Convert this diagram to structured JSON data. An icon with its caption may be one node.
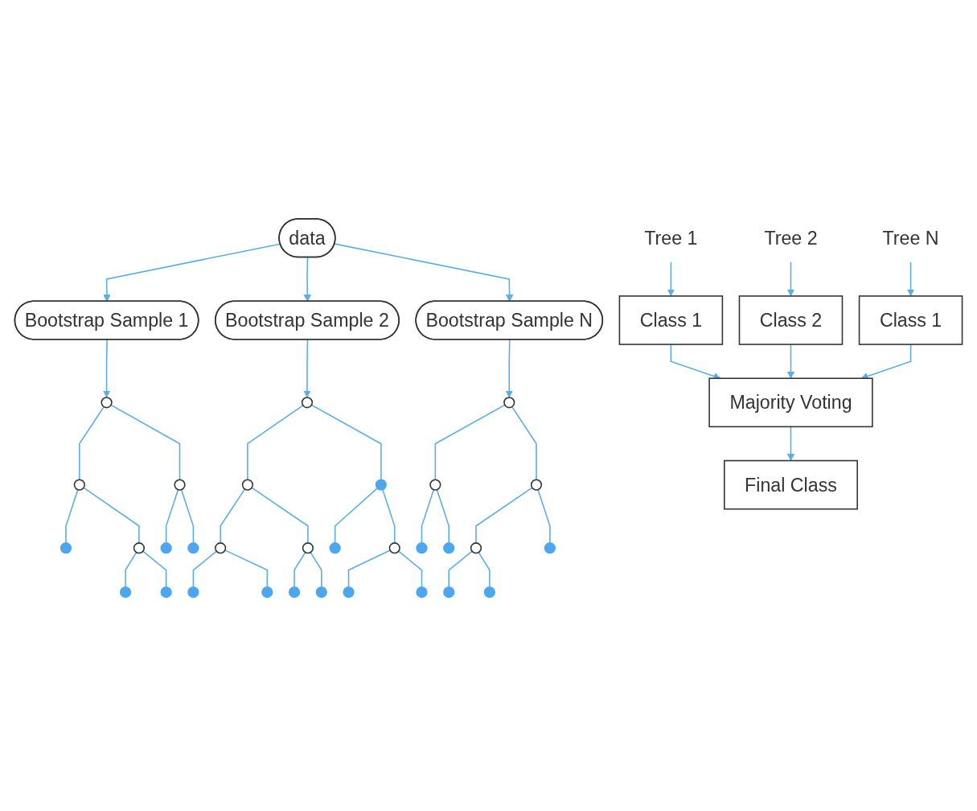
{
  "diagram": {
    "nodes": [
      {
        "text": [
          "data"
        ]
      },
      {
        "text": [
          "Bootstrap Sample 1"
        ]
      },
      {
        "text": [
          "Bootstrap Sample 2"
        ]
      },
      {
        "text": [
          "Bootstrap Sample N"
        ]
      },
      {
        "text": [],
        "shape": "circle"
      },
      {
        "text": [],
        "shape": "circle"
      },
      {
        "text": [],
        "shape": "circle"
      },
      {
        "text": [],
        "shape": "circle"
      },
      {
        "text": [],
        "shape": "circle"
      },
      {
        "text": [],
        "shape": "circle"
      },
      {
        "text": [],
        "shape": "circle"
      },
      {
        "text": [],
        "shape": "circle"
      },
      {
        "text": [],
        "shape": "circle"
      },
      {
        "text": [],
        "shape": "circle"
      },
      {
        "text": [],
        "shape": "circle"
      },
      {
        "text": [],
        "shape": "circle"
      },
      {
        "text": [],
        "shape": "circle"
      },
      {
        "text": [],
        "shape": "circle"
      },
      {
        "text": [],
        "shape": "circle"
      },
      {
        "text": [],
        "shape": "circle"
      },
      {
        "text": [],
        "shape": "circle"
      },
      {
        "text": [],
        "shape": "circle"
      },
      {
        "text": [],
        "shape": "circle"
      },
      {
        "text": [],
        "shape": "circle"
      },
      {
        "text": [],
        "shape": "circle"
      },
      {
        "text": [],
        "shape": "circle"
      },
      {
        "text": [],
        "shape": "circle"
      },
      {
        "text": [],
        "shape": "circle"
      },
      {
        "text": [],
        "shape": "circle"
      },
      {
        "text": [],
        "shape": "circle"
      },
      {
        "text": [],
        "shape": "circle"
      },
      {
        "text": [],
        "shape": "circle"
      },
      {
        "text": [],
        "shape": "circle"
      },
      {
        "text": [],
        "shape": "circle"
      },
      {
        "text": [],
        "shape": "circle"
      },
      {
        "text": [
          "Tree 1"
        ]
      },
      {
        "text": [
          "Tree 2"
        ]
      },
      {
        "text": [
          "Tree N"
        ]
      },
      {
        "text": [
          "Class 1"
        ]
      },
      {
        "text": [
          "Class 2"
        ]
      },
      {
        "text": [
          "Class 1"
        ]
      },
      {
        "text": [
          "Majority Voting"
        ]
      },
      {
        "text": [
          "Final Class"
        ]
      }
    ],
    "edges": [
      {
        "from": 0,
        "to": 1,
        "arrow": "to"
      },
      {
        "from": 0,
        "to": 2,
        "arrow": "to"
      },
      {
        "from": 0,
        "to": 3,
        "arrow": "to"
      },
      {
        "from": 1,
        "to": 4,
        "arrow": "to"
      },
      {
        "from": 2,
        "to": 13,
        "arrow": "to"
      },
      {
        "from": 3,
        "to": 26,
        "arrow": "to"
      },
      {
        "from": 4,
        "to": 5,
        "arrow": "none"
      },
      {
        "from": 4,
        "to": 6,
        "arrow": "none"
      },
      {
        "from": 5,
        "to": 7,
        "arrow": "none"
      },
      {
        "from": 5,
        "to": 8,
        "arrow": "none"
      },
      {
        "from": 6,
        "to": 9,
        "arrow": "none"
      },
      {
        "from": 6,
        "to": 10,
        "arrow": "none"
      },
      {
        "from": 8,
        "to": 11,
        "arrow": "none"
      },
      {
        "from": 8,
        "to": 12,
        "arrow": "none"
      },
      {
        "from": 13,
        "to": 14,
        "arrow": "none"
      },
      {
        "from": 13,
        "to": 15,
        "arrow": "none"
      },
      {
        "from": 14,
        "to": 16,
        "arrow": "none"
      },
      {
        "from": 14,
        "to": 17,
        "arrow": "none"
      },
      {
        "from": 15,
        "to": 18,
        "arrow": "none"
      },
      {
        "from": 15,
        "to": 19,
        "arrow": "none"
      },
      {
        "from": 16,
        "to": 20,
        "arrow": "none"
      },
      {
        "from": 16,
        "to": 21,
        "arrow": "none"
      },
      {
        "from": 17,
        "to": 22,
        "arrow": "none"
      },
      {
        "from": 17,
        "to": 23,
        "arrow": "none"
      },
      {
        "from": 19,
        "to": 24,
        "arrow": "none"
      },
      {
        "from": 19,
        "to": 25,
        "arrow": "none"
      },
      {
        "from": 26,
        "to": 27,
        "arrow": "none"
      },
      {
        "from": 26,
        "to": 28,
        "arrow": "none"
      },
      {
        "from": 27,
        "to": 29,
        "arrow": "none"
      },
      {
        "from": 27,
        "to": 30,
        "arrow": "none"
      },
      {
        "from": 28,
        "to": 31,
        "arrow": "none"
      },
      {
        "from": 28,
        "to": 32,
        "arrow": "none"
      },
      {
        "from": 31,
        "to": 33,
        "arrow": "none"
      },
      {
        "from": 31,
        "to": 34,
        "arrow": "none"
      },
      {
        "from": 35,
        "to": 38,
        "arrow": "to"
      },
      {
        "from": 36,
        "to": 39,
        "arrow": "to"
      },
      {
        "from": 37,
        "to": 40,
        "arrow": "to"
      },
      {
        "from": 38,
        "to": 41,
        "arrow": "to"
      },
      {
        "from": 39,
        "to": 41,
        "arrow": "to"
      },
      {
        "from": 40,
        "to": 41,
        "arrow": "to"
      },
      {
        "from": 41,
        "to": 42,
        "arrow": "to"
      }
    ]
  }
}
